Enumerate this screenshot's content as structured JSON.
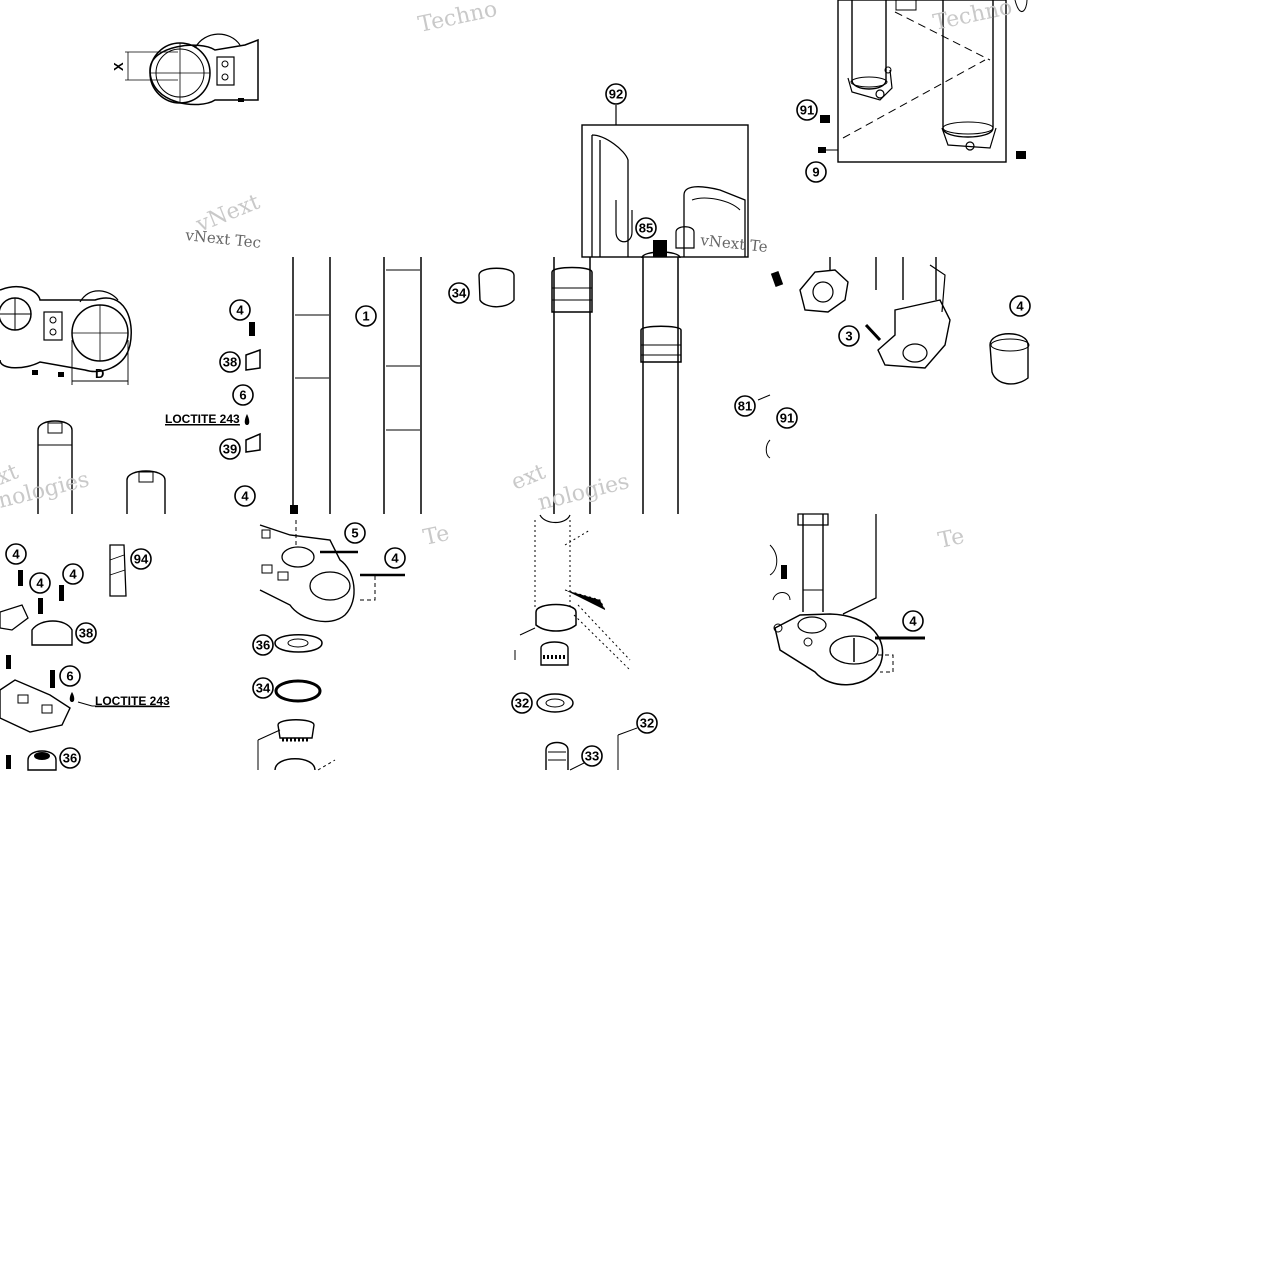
{
  "diagram": {
    "background": "#ffffff",
    "line_color": "#000000",
    "watermark_color": "#c9c9c9",
    "callouts": [
      "92",
      "91",
      "9",
      "85",
      "81",
      "34",
      "1",
      "4",
      "38",
      "6",
      "39",
      "3",
      "5",
      "94",
      "36",
      "32",
      "33"
    ],
    "note": "LOCTITE 243",
    "dimension_labels": [
      "X",
      "D"
    ],
    "watermarks": [
      "Techno",
      "Techno",
      "vNext Tec",
      "vNext Te",
      "vNext",
      "ext",
      "nologies",
      "Te",
      "Te",
      "xt"
    ]
  }
}
